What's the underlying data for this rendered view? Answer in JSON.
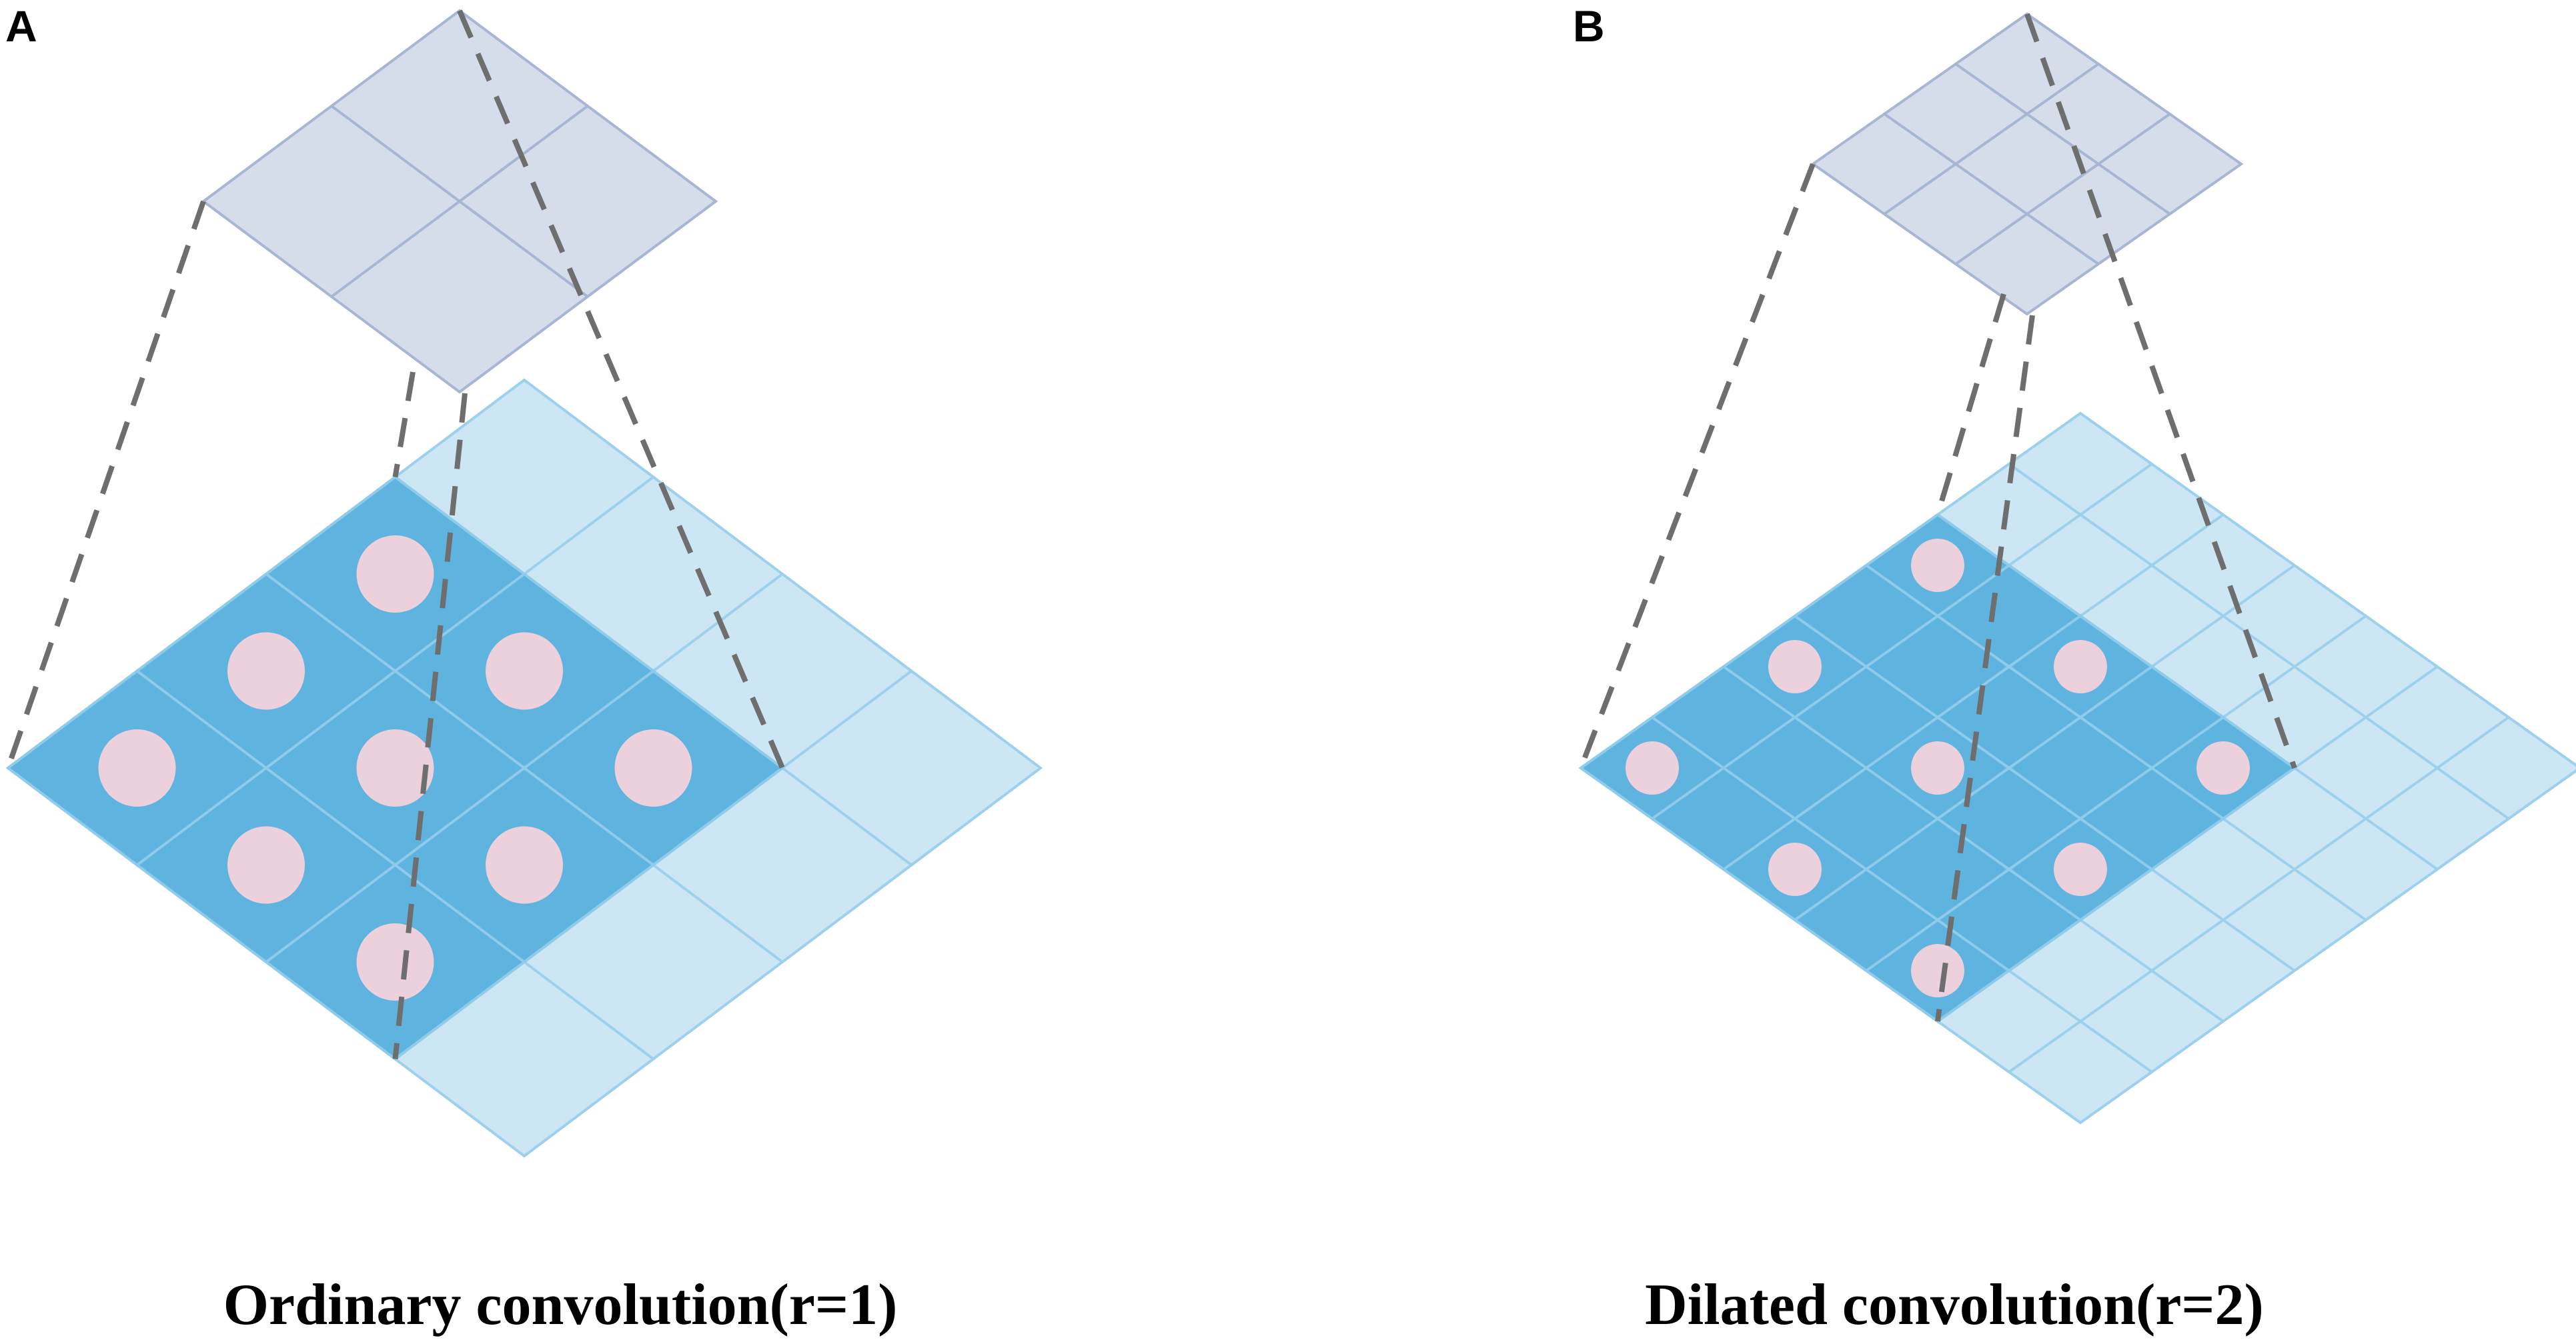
{
  "panels": [
    {
      "letter": "A",
      "caption": "Ordinary convolution(r=1)",
      "output_grid": 2,
      "input_grid": 4,
      "kernel_cells": 3,
      "dilation": 1
    },
    {
      "letter": "B",
      "caption": "Dilated convolution(r=2)",
      "output_grid": 3,
      "input_grid": 7,
      "kernel_cells": 5,
      "dilation": 2
    }
  ],
  "colors": {
    "output_fill": "#d5dcea",
    "output_line": "#a7b6d3",
    "input_fill": "#cde6f4",
    "input_line": "#9cd0ec",
    "kernel_fill": "#5fb4df",
    "kernel_line": "#8fcbea",
    "dot": "#ecd0dc",
    "dash": "#6e6e6e"
  }
}
